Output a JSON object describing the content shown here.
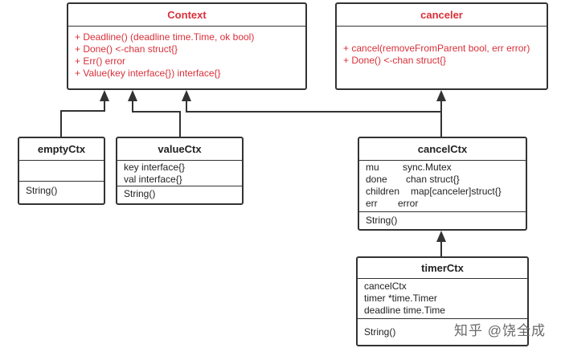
{
  "context": {
    "title": "Context",
    "methods": [
      "+ Deadline() (deadline time.Time, ok bool)",
      "+ Done() <-chan struct{}",
      "+ Err() error",
      "+ Value(key interface{}) interface{}"
    ]
  },
  "canceler": {
    "title": "canceler",
    "methods": [
      "+ cancel(removeFromParent bool, err error)",
      "+ Done() <-chan struct{}"
    ]
  },
  "emptyCtx": {
    "title": "emptyCtx",
    "methods": [
      "String()"
    ]
  },
  "valueCtx": {
    "title": "valueCtx",
    "fields": [
      "key interface{}",
      "val interface{}"
    ],
    "methods": [
      "String()"
    ]
  },
  "cancelCtx": {
    "title": "cancelCtx",
    "fields": [
      {
        "name": "mu",
        "type": "sync.Mutex"
      },
      {
        "name": "done",
        "type": "chan struct{}"
      },
      {
        "name": "children",
        "type": "map[canceler]struct{}"
      },
      {
        "name": "err",
        "type": "error"
      }
    ],
    "methods": [
      "String()"
    ]
  },
  "timerCtx": {
    "title": "timerCtx",
    "fields": [
      "cancelCtx",
      "timer *time.Timer",
      "deadline time.Time"
    ],
    "methods": [
      "String()"
    ]
  },
  "watermark": "知乎 @饶全成",
  "colors": {
    "interface": "#d9303a",
    "line": "#333333"
  }
}
